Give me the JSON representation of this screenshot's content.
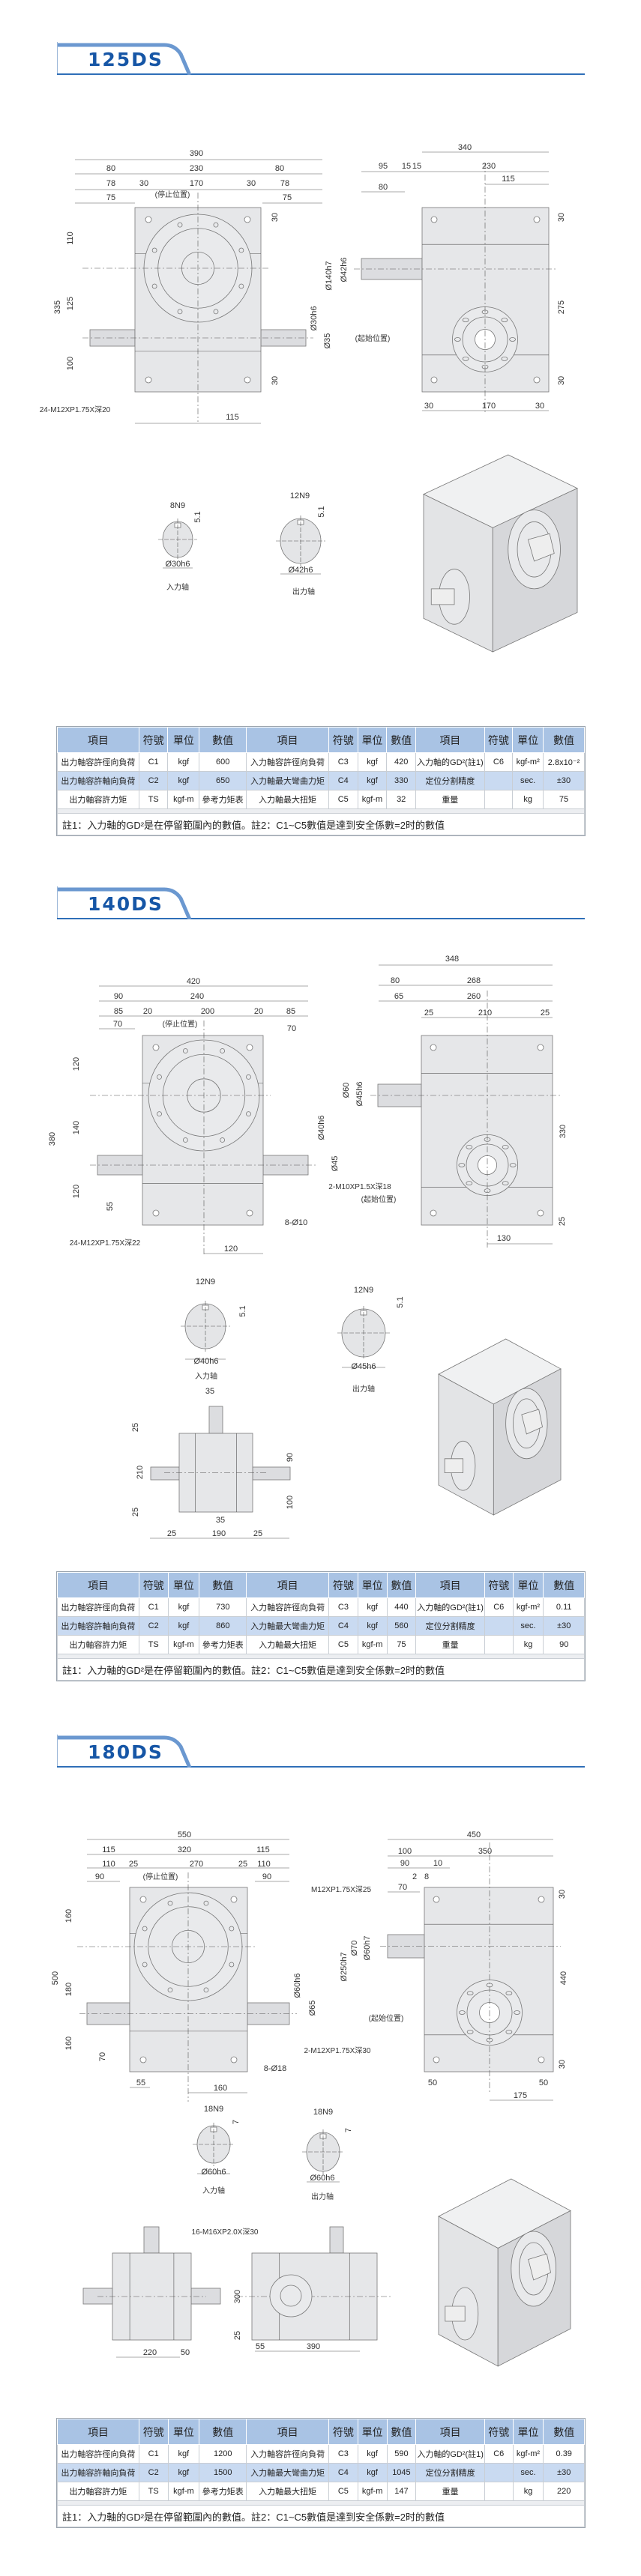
{
  "table_headers": [
    "項目",
    "符號",
    "單位",
    "數值",
    "項目",
    "符號",
    "單位",
    "數值",
    "項目",
    "符號",
    "單位",
    "數值"
  ],
  "note": "註1：入力軸的GD²是在停留範圍內的數值。註2：C1~C5數值是達到安全係數=2时的數值",
  "colors": {
    "accent": "#1656a6",
    "header_bg": "#a9c3e4",
    "alt_row": "#c9daf1",
    "body_fill": "#e6e7e9"
  },
  "sections": [
    {
      "title": "125DS",
      "rows": [
        [
          "出力軸容許徑向負荷",
          "C1",
          "kgf",
          "600",
          "入力軸容許徑向負荷",
          "C3",
          "kgf",
          "420",
          "入力軸的GD²(註1)",
          "C6",
          "kgf-m²",
          "2.8x10⁻²"
        ],
        [
          "出力軸容許軸向負荷",
          "C2",
          "kgf",
          "650",
          "入力軸最大彎曲力矩",
          "C4",
          "kgf",
          "330",
          "定位分割精度",
          "",
          "sec.",
          "±30"
        ],
        [
          "出力軸容許力矩",
          "TS",
          "kgf-m",
          "參考力矩表",
          "入力軸最大扭矩",
          "C5",
          "kgf-m",
          "32",
          "重量",
          "",
          "kg",
          "75"
        ]
      ],
      "dims": [
        "390",
        "80",
        "230",
        "80",
        "78",
        "30",
        "170",
        "30",
        "78",
        "75",
        "75",
        "(停止位置)",
        "335",
        "110",
        "125",
        "100",
        "30",
        "30",
        "Ø140h7",
        "Ø30h6",
        "Ø35",
        "24-M12XP1.75X深20",
        "115",
        "340",
        "95",
        "15",
        "15",
        "230",
        "115",
        "80",
        "Ø42h6",
        "275",
        "30",
        "30",
        "(起始位置)",
        "30",
        "170",
        "30",
        "8N9",
        "5.1",
        "Ø30h6",
        "入力轴",
        "12N9",
        "5.1",
        "Ø42h6",
        "出力轴"
      ]
    },
    {
      "title": "140DS",
      "rows": [
        [
          "出力軸容許徑向負荷",
          "C1",
          "kgf",
          "730",
          "入力軸容許徑向負荷",
          "C3",
          "kgf",
          "440",
          "入力軸的GD²(註1)",
          "C6",
          "kgf-m²",
          "0.11"
        ],
        [
          "出力軸容許軸向負荷",
          "C2",
          "kgf",
          "860",
          "入力軸最大彎曲力矩",
          "C4",
          "kgf",
          "560",
          "定位分割精度",
          "",
          "sec.",
          "±30"
        ],
        [
          "出力軸容許力矩",
          "TS",
          "kgf-m",
          "參考力矩表",
          "入力軸最大扭矩",
          "C5",
          "kgf-m",
          "75",
          "重量",
          "",
          "kg",
          "90"
        ]
      ],
      "dims": [
        "420",
        "90",
        "240",
        "85",
        "20",
        "200",
        "20",
        "85",
        "70",
        "70",
        "(停止位置)",
        "380",
        "120",
        "140",
        "120",
        "55",
        "Ø40h6",
        "Ø45",
        "2-M10XP1.5X深18",
        "8-Ø10",
        "24-M12XP1.75X深22",
        "120",
        "(起始位置)",
        "348",
        "80",
        "268",
        "65",
        "260",
        "25",
        "210",
        "25",
        "Ø60",
        "Ø45h6",
        "330",
        "25",
        "130",
        "12N9",
        "5.1",
        "Ø40h6",
        "入力轴",
        "12N9",
        "5.1",
        "Ø45h6",
        "出力轴",
        "35",
        "25",
        "210",
        "25",
        "90",
        "100",
        "35",
        "25",
        "190",
        "25"
      ]
    },
    {
      "title": "180DS",
      "rows": [
        [
          "出力軸容許徑向負荷",
          "C1",
          "kgf",
          "1200",
          "入力軸容許徑向負荷",
          "C3",
          "kgf",
          "590",
          "入力軸的GD²(註1)",
          "C6",
          "kgf-m²",
          "0.39"
        ],
        [
          "出力軸容許軸向負荷",
          "C2",
          "kgf",
          "1500",
          "入力軸最大彎曲力矩",
          "C4",
          "kgf",
          "1045",
          "定位分割精度",
          "",
          "sec.",
          "±30"
        ],
        [
          "出力軸容許力矩",
          "TS",
          "kgf-m",
          "參考力矩表",
          "入力軸最大扭矩",
          "C5",
          "kgf-m",
          "147",
          "重量",
          "",
          "kg",
          "220"
        ]
      ],
      "dims": [
        "550",
        "115",
        "320",
        "115",
        "110",
        "25",
        "270",
        "25",
        "110",
        "90",
        "90",
        "(停止位置)",
        "500",
        "160",
        "180",
        "160",
        "70",
        "Ø60h6",
        "Ø65",
        "2-M12XP1.75X深30",
        "8-Ø18",
        "55",
        "160",
        "450",
        "100",
        "350",
        "90",
        "10",
        "2",
        "8",
        "70",
        "M12XP1.75X深25",
        "Ø250h7",
        "Ø70",
        "Ø60h7",
        "440",
        "30",
        "30",
        "(起始位置)",
        "50",
        "50",
        "175",
        "18N9",
        "18N9",
        "7",
        "7",
        "Ø60h6",
        "入力轴",
        "Ø60h6",
        "出力轴",
        "16-M16XP2.0X深30",
        "220",
        "50",
        "300",
        "25",
        "55",
        "390"
      ]
    }
  ]
}
